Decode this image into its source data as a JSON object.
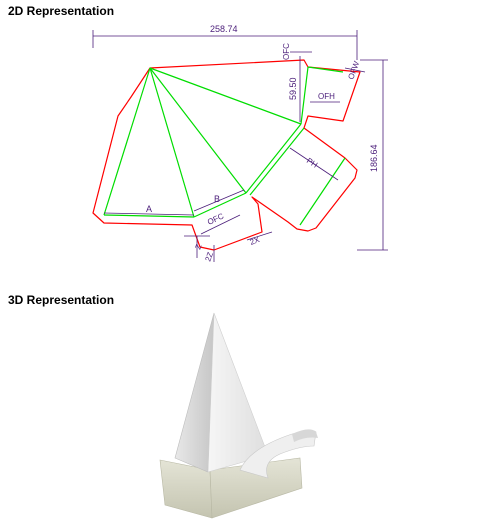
{
  "headings": {
    "two_d": "2D Representation",
    "three_d": "3D Representation"
  },
  "dimensions": {
    "overall_width": "258.74",
    "overall_height": "186.64",
    "fold_height": "59.50",
    "label_a": "A",
    "label_b": "B",
    "label_ph": "PH",
    "label_ofh": "OFH",
    "label_ofc_top": "OFC",
    "label_ofc_bottom": "OFC",
    "label_ofw": "OFW",
    "label_z": "Z",
    "label_2x": "2X",
    "label_2z": "2Z"
  },
  "colors": {
    "cut_line": "#ff0000",
    "fold_line": "#00dd00",
    "dimension_line": "#4b1e7a",
    "box_face_light": "#f2f2f2",
    "box_face_shade": "#cfcfcf",
    "tray_color": "#d8d8c8"
  }
}
